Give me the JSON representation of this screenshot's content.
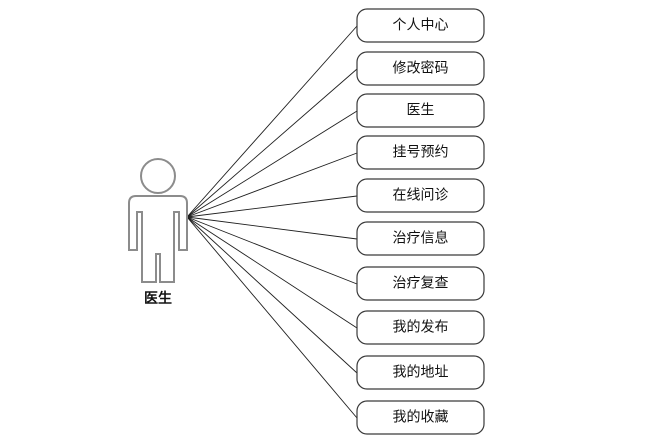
{
  "actor": {
    "label": "医生"
  },
  "use_cases": [
    {
      "label": "个人中心"
    },
    {
      "label": "修改密码"
    },
    {
      "label": "医生"
    },
    {
      "label": "挂号预约"
    },
    {
      "label": "在线问诊"
    },
    {
      "label": "治疗信息"
    },
    {
      "label": "治疗复查"
    },
    {
      "label": "我的发布"
    },
    {
      "label": "我的地址"
    },
    {
      "label": "我的收藏"
    }
  ],
  "colors": {
    "line": "#1f1f1f",
    "box_border": "#3a3a3a",
    "actor_outline": "#8c8c8c"
  }
}
